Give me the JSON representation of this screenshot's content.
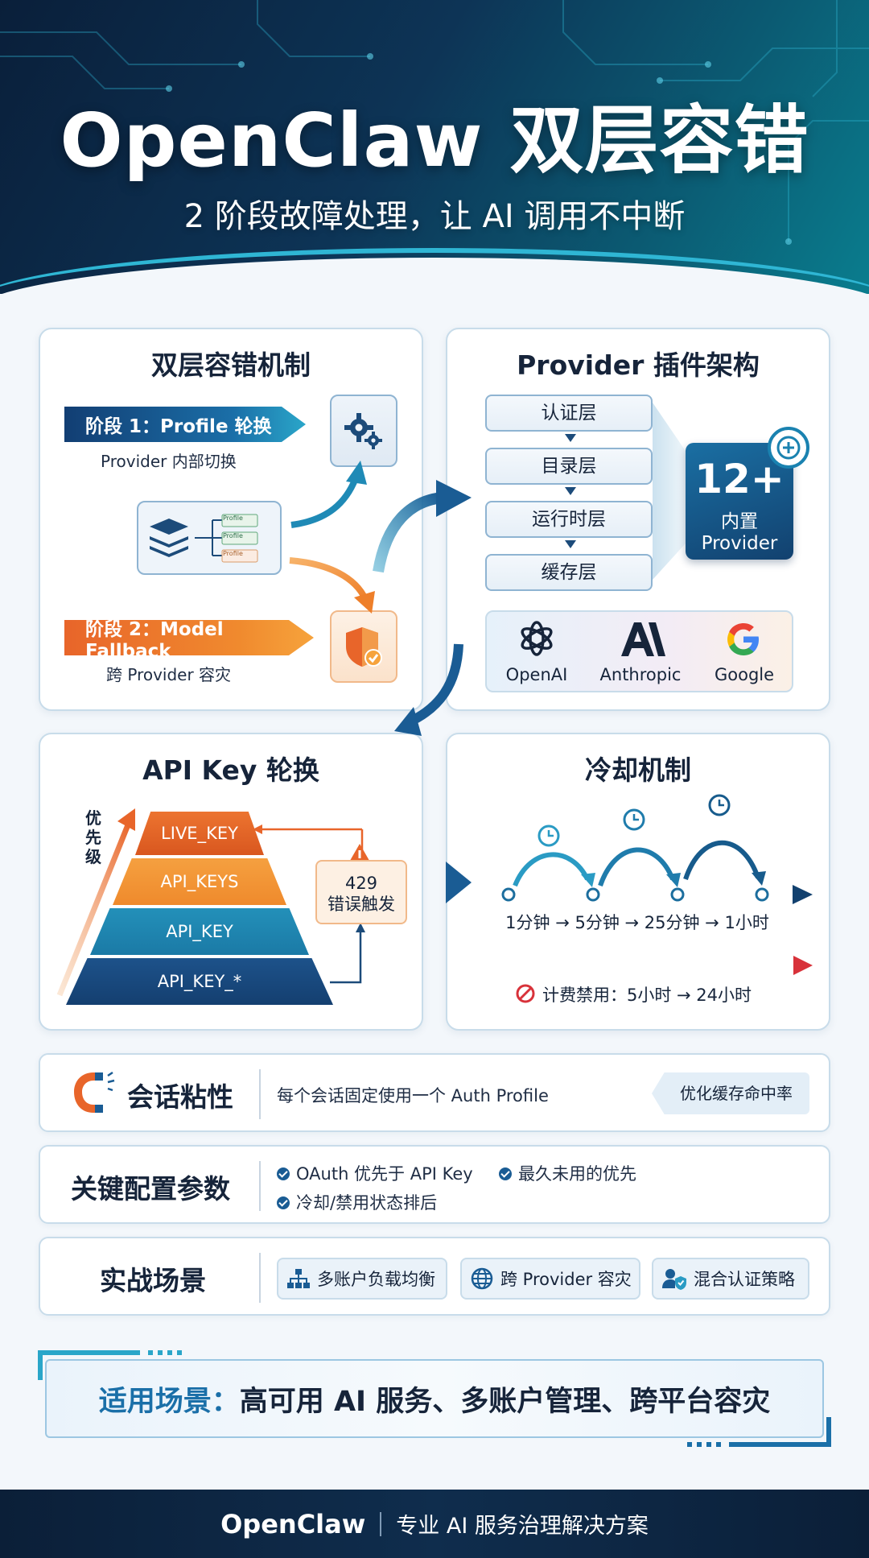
{
  "header": {
    "title": "OpenClaw 双层容错",
    "subtitle": "2 阶段故障处理，让 AI 调用不中断"
  },
  "mechanism": {
    "title": "双层容错机制",
    "stage1_label": "阶段 1：Profile 轮换",
    "stage1_desc": "Provider 内部切换",
    "profile_labels": [
      "Profile",
      "Profile",
      "Profile"
    ],
    "stage2_label": "阶段 2：Model Fallback",
    "stage2_desc": "跨 Provider 容灾"
  },
  "provider": {
    "title": "Provider 插件架构",
    "layers": [
      "认证层",
      "目录层",
      "运行时层",
      "缓存层"
    ],
    "badge_number": "12+",
    "badge_line1": "内置",
    "badge_line2": "Provider",
    "vendors": [
      "OpenAI",
      "Anthropic",
      "Google"
    ]
  },
  "apikey": {
    "title": "API Key 轮换",
    "priority_label": "优先级",
    "tiers": [
      "LIVE_KEY",
      "API_KEYS",
      "API_KEY",
      "API_KEY_*"
    ],
    "error_code": "429",
    "error_label": "错误触发"
  },
  "cooldown": {
    "title": "冷却机制",
    "steps_text": "1分钟 → 5分钟 → 25分钟 → 1小时",
    "billing_text": "计费禁用：5小时 → 24小时"
  },
  "session": {
    "title": "会话粘性",
    "desc": "每个会话固定使用一个 Auth Profile",
    "tag": "优化缓存命中率"
  },
  "config": {
    "title": "关键配置参数",
    "item1": "OAuth 优先于 API Key",
    "item2": "最久未用的优先",
    "item3": "冷却/禁用状态排后"
  },
  "practice": {
    "title": "实战场景",
    "chips": [
      "多账户负载均衡",
      "跨 Provider 容灾",
      "混合认证策略"
    ]
  },
  "scenario": {
    "label": "适用场景：",
    "text": "高可用 AI 服务、多账户管理、跨平台容灾"
  },
  "footer": {
    "brand": "OpenClaw",
    "tagline": "专业 AI 服务治理解决方案"
  },
  "colors": {
    "navy": "#12416f",
    "teal": "#2aa6c9",
    "orange": "#f08a2e",
    "red": "#d8323a"
  }
}
